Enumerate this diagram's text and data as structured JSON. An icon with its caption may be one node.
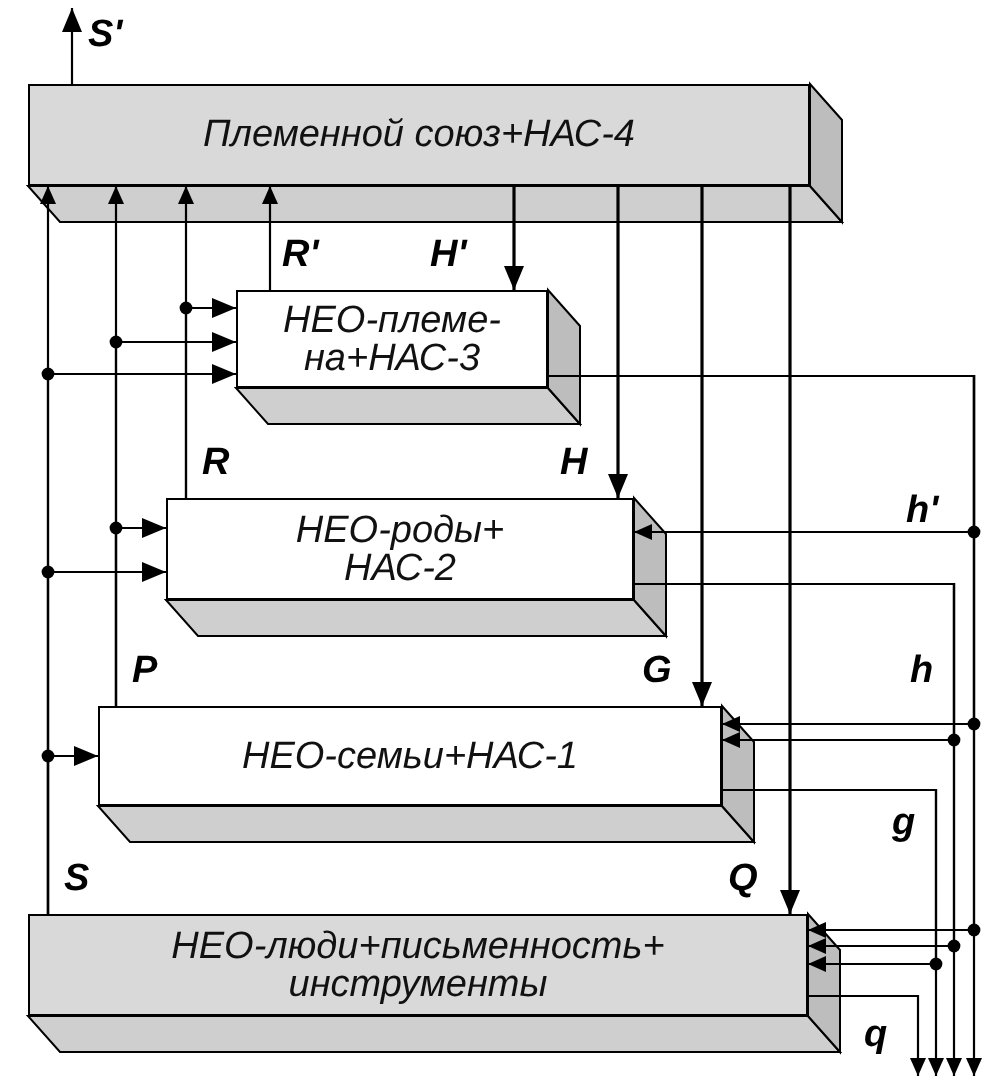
{
  "diagram": {
    "nodes": [
      {
        "text": [
          "Племенной союз+НАС-4"
        ]
      },
      {
        "text": [
          "НЕО-племе-на+НАС-3"
        ]
      },
      {
        "text": [
          "НЕО-роды+ НАС-2"
        ]
      },
      {
        "text": [
          "НЕО-семьи+НАС-1"
        ]
      },
      {
        "text": [
          "НЕО-люди+письменность+ инструменты"
        ]
      }
    ],
    "edges": [
      {
        "from": 0,
        "to": null,
        "arrow": "to",
        "label": "S'"
      },
      {
        "from": 0,
        "to": 1,
        "arrow": "to",
        "label": "H'"
      },
      {
        "from": 0,
        "to": 2,
        "arrow": "to",
        "label": "H"
      },
      {
        "from": 0,
        "to": 3,
        "arrow": "to",
        "label": "G"
      },
      {
        "from": 0,
        "to": 4,
        "arrow": "to",
        "label": "Q"
      },
      {
        "from": 1,
        "to": 0,
        "arrow": "to",
        "label": "R'"
      },
      {
        "from": 2,
        "to": 0,
        "arrow": "to",
        "label": "R"
      },
      {
        "from": 3,
        "to": 0,
        "arrow": "to",
        "label": "P"
      },
      {
        "from": 4,
        "to": 0,
        "arrow": "to",
        "label": "S"
      },
      {
        "from": 2,
        "to": 1,
        "arrow": "to"
      },
      {
        "from": 3,
        "to": 1,
        "arrow": "to"
      },
      {
        "from": 3,
        "to": 2,
        "arrow": "to"
      },
      {
        "from": 4,
        "to": 1,
        "arrow": "to"
      },
      {
        "from": 4,
        "to": 2,
        "arrow": "to"
      },
      {
        "from": 4,
        "to": 3,
        "arrow": "to"
      },
      {
        "from": 1,
        "to": null,
        "arrow": "to",
        "label": "h'"
      },
      {
        "from": 1,
        "to": 2,
        "arrow": "to"
      },
      {
        "from": 1,
        "to": 3,
        "arrow": "to"
      },
      {
        "from": 1,
        "to": 4,
        "arrow": "to"
      },
      {
        "from": 2,
        "to": null,
        "arrow": "to",
        "label": "h"
      },
      {
        "from": 2,
        "to": 3,
        "arrow": "to"
      },
      {
        "from": 2,
        "to": 4,
        "arrow": "to"
      },
      {
        "from": 3,
        "to": null,
        "arrow": "to",
        "label": "g"
      },
      {
        "from": 3,
        "to": 4,
        "arrow": "to"
      },
      {
        "from": 4,
        "to": null,
        "arrow": "to",
        "label": "q"
      }
    ]
  }
}
